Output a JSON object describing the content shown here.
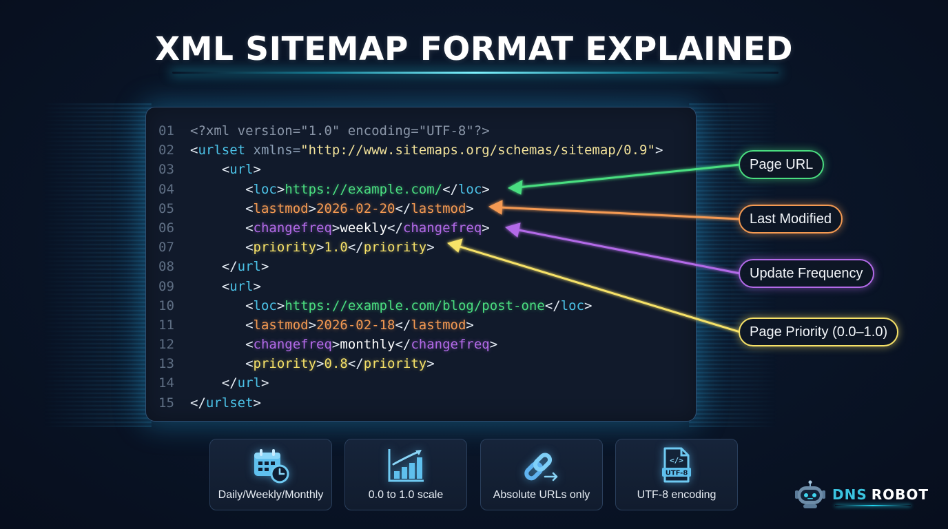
{
  "title": "XML SITEMAP FORMAT EXPLAINED",
  "colors": {
    "background": "#0a1629",
    "panel": "#111a2b",
    "accent_cyan": "#22d3ee",
    "green": "#4ade80",
    "orange": "#f59a52",
    "purple": "#b36ae8",
    "yellow": "#f7e268"
  },
  "code": {
    "lines": [
      {
        "num": "01",
        "indent": "",
        "parts": [
          {
            "t": "<?xml version=\"1.0\" encoding=\"UTF-8\"?>",
            "c": "t-decl"
          }
        ]
      },
      {
        "num": "02",
        "indent": "",
        "parts": [
          {
            "t": "<",
            "c": "t-punct"
          },
          {
            "t": "urlset",
            "c": "t-tag"
          },
          {
            "t": " xmlns=",
            "c": "t-attr"
          },
          {
            "t": "\"http://www.sitemaps.org/schemas/sitemap/0.9\"",
            "c": "t-str"
          },
          {
            "t": ">",
            "c": "t-punct"
          }
        ]
      },
      {
        "num": "03",
        "indent": "    ",
        "parts": [
          {
            "t": "<",
            "c": "t-punct"
          },
          {
            "t": "url",
            "c": "t-tag"
          },
          {
            "t": ">",
            "c": "t-punct"
          }
        ]
      },
      {
        "num": "04",
        "indent": "       ",
        "parts": [
          {
            "t": "<",
            "c": "t-punct"
          },
          {
            "t": "loc",
            "c": "t-tag"
          },
          {
            "t": ">",
            "c": "t-punct"
          },
          {
            "t": "https://example.com/",
            "c": "t-green"
          },
          {
            "t": "</",
            "c": "t-punct"
          },
          {
            "t": "loc",
            "c": "t-tag"
          },
          {
            "t": ">",
            "c": "t-punct"
          }
        ]
      },
      {
        "num": "05",
        "indent": "       ",
        "parts": [
          {
            "t": "<",
            "c": "t-punct"
          },
          {
            "t": "lastmod",
            "c": "t-orange"
          },
          {
            "t": ">",
            "c": "t-punct"
          },
          {
            "t": "2026-02-20",
            "c": "t-orange"
          },
          {
            "t": "</",
            "c": "t-punct"
          },
          {
            "t": "lastmod",
            "c": "t-orange"
          },
          {
            "t": ">",
            "c": "t-punct"
          }
        ]
      },
      {
        "num": "06",
        "indent": "       ",
        "parts": [
          {
            "t": "<",
            "c": "t-punct"
          },
          {
            "t": "changefreq",
            "c": "t-purple"
          },
          {
            "t": ">",
            "c": "t-punct"
          },
          {
            "t": "weekly",
            "c": "t-white"
          },
          {
            "t": "</",
            "c": "t-punct"
          },
          {
            "t": "changefreq",
            "c": "t-purple"
          },
          {
            "t": ">",
            "c": "t-punct"
          }
        ]
      },
      {
        "num": "07",
        "indent": "       ",
        "parts": [
          {
            "t": "<",
            "c": "t-punct"
          },
          {
            "t": "priority",
            "c": "t-yellow"
          },
          {
            "t": ">",
            "c": "t-punct"
          },
          {
            "t": "1.0",
            "c": "t-yellow"
          },
          {
            "t": "</",
            "c": "t-punct"
          },
          {
            "t": "priority",
            "c": "t-yellow"
          },
          {
            "t": ">",
            "c": "t-punct"
          }
        ]
      },
      {
        "num": "08",
        "indent": "    ",
        "parts": [
          {
            "t": "</",
            "c": "t-punct"
          },
          {
            "t": "url",
            "c": "t-tag"
          },
          {
            "t": ">",
            "c": "t-punct"
          }
        ]
      },
      {
        "num": "09",
        "indent": "    ",
        "parts": [
          {
            "t": "<",
            "c": "t-punct"
          },
          {
            "t": "url",
            "c": "t-tag"
          },
          {
            "t": ">",
            "c": "t-punct"
          }
        ]
      },
      {
        "num": "10",
        "indent": "       ",
        "parts": [
          {
            "t": "<",
            "c": "t-punct"
          },
          {
            "t": "loc",
            "c": "t-tag"
          },
          {
            "t": ">",
            "c": "t-punct"
          },
          {
            "t": "https://example.com/blog/post-one",
            "c": "t-green"
          },
          {
            "t": "</",
            "c": "t-punct"
          },
          {
            "t": "loc",
            "c": "t-tag"
          },
          {
            "t": ">",
            "c": "t-punct"
          }
        ]
      },
      {
        "num": "11",
        "indent": "       ",
        "parts": [
          {
            "t": "<",
            "c": "t-punct"
          },
          {
            "t": "lastmod",
            "c": "t-orange"
          },
          {
            "t": ">",
            "c": "t-punct"
          },
          {
            "t": "2026-02-18",
            "c": "t-orange"
          },
          {
            "t": "</",
            "c": "t-punct"
          },
          {
            "t": "lastmod",
            "c": "t-orange"
          },
          {
            "t": ">",
            "c": "t-punct"
          }
        ]
      },
      {
        "num": "12",
        "indent": "       ",
        "parts": [
          {
            "t": "<",
            "c": "t-punct"
          },
          {
            "t": "changefreq",
            "c": "t-purple"
          },
          {
            "t": ">",
            "c": "t-punct"
          },
          {
            "t": "monthly",
            "c": "t-white"
          },
          {
            "t": "</",
            "c": "t-punct"
          },
          {
            "t": "changefreq",
            "c": "t-purple"
          },
          {
            "t": ">",
            "c": "t-punct"
          }
        ]
      },
      {
        "num": "13",
        "indent": "       ",
        "parts": [
          {
            "t": "<",
            "c": "t-punct"
          },
          {
            "t": "priority",
            "c": "t-yellow"
          },
          {
            "t": ">",
            "c": "t-punct"
          },
          {
            "t": "0.8",
            "c": "t-yellow"
          },
          {
            "t": "</",
            "c": "t-punct"
          },
          {
            "t": "priority",
            "c": "t-yellow"
          },
          {
            "t": ">",
            "c": "t-punct"
          }
        ]
      },
      {
        "num": "14",
        "indent": "    ",
        "parts": [
          {
            "t": "</",
            "c": "t-punct"
          },
          {
            "t": "url",
            "c": "t-tag"
          },
          {
            "t": ">",
            "c": "t-punct"
          }
        ]
      },
      {
        "num": "15",
        "indent": "",
        "parts": [
          {
            "t": "</",
            "c": "t-punct"
          },
          {
            "t": "urlset",
            "c": "t-tag"
          },
          {
            "t": ">",
            "c": "t-punct"
          }
        ]
      }
    ]
  },
  "labels": {
    "page_url": "Page URL",
    "last_modified": "Last Modified",
    "update_frequency": "Update Frequency",
    "page_priority": "Page Priority (0.0–1.0)"
  },
  "features": [
    {
      "icon": "calendar-clock-icon",
      "caption": "Daily/Weekly/Monthly"
    },
    {
      "icon": "bar-chart-trend-icon",
      "caption": "0.0 to 1.0 scale"
    },
    {
      "icon": "link-arrow-icon",
      "caption": "Absolute URLs only"
    },
    {
      "icon": "code-file-icon",
      "caption": "UTF-8 encoding",
      "badge": "UTF-8"
    }
  ],
  "logo": {
    "part1": "DNS",
    "part2": "ROBOT"
  }
}
